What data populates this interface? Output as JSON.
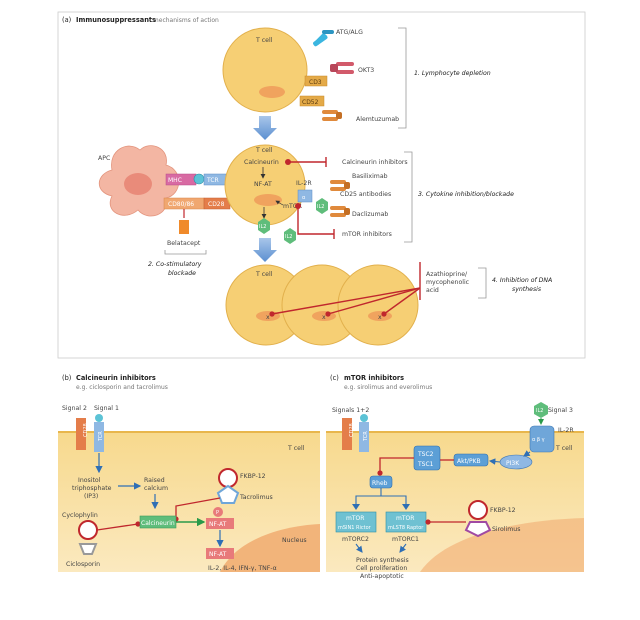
{
  "panel_a": {
    "letter": "(a)",
    "title": "Immunosuppressants",
    "subtitle": "– mechanisms of action",
    "cell_label": "T cell",
    "atg_label": "ATG/ALG",
    "okt3_label": "OKT3",
    "cd3_label": "CD3",
    "cd52_label": "CD52",
    "alemtuzumab_label": "Alemtuzumab",
    "group1_label": "1. Lymphocyte depletion",
    "apc_label": "APC",
    "mhc_label": "MHC",
    "tcr_label": "TCR",
    "cd80_label": "CD80/86",
    "cd28_label": "CD28",
    "calcineurin_label": "Calcineurin",
    "nfat_label": "NF-AT",
    "il2r_label": "IL-2R",
    "alpha_label": "α",
    "mtor_label": "mTOR",
    "il2_label": "IL2",
    "cni_label": "Calcineurin inhibitors",
    "basiliximab_label": "Basiliximab",
    "cd25_label": "CD25 antibodies",
    "daclizumab_label": "Daclizumab",
    "mtor_inhib_label": "mTOR inhibitors",
    "group3_label": "3. Cytokine inhibition/blockade",
    "belatacept_label": "Belatacept",
    "group2_line1": "2. Co-stimulatory",
    "group2_line2": "blockade",
    "aza_line1": "Azathioprine/",
    "aza_line2": "mycophenolic",
    "aza_line3": "acid",
    "group4_line1": "4. Inhibition of DNA",
    "group4_line2": "synthesis",
    "x_mark": "x"
  },
  "panel_b": {
    "letter": "(b)",
    "title": "Calcineurin inhibitors",
    "subtitle": "e.g. ciclosporin and tacrolimus",
    "signal2": "Signal 2",
    "signal1": "Signal 1",
    "cd28": "CD28",
    "tcr": "TCR",
    "tcell": "T cell",
    "ip3_line1": "Inositol",
    "ip3_line2": "triphosphate",
    "ip3_line3": "(IP3)",
    "calcium_line1": "Raised",
    "calcium_line2": "calcium",
    "fkbp": "FKBP-12",
    "tacrolimus": "Tacrolimus",
    "cyclophylin": "Cyclophylin",
    "calcineurin": "Calcineurin",
    "p": "P",
    "nfat": "NF-AT",
    "nfat2": "NF-AT",
    "nucleus": "Nucleus",
    "ciclosporin": "Ciclosporin",
    "cytokines": "IL-2, IL-4, IFN-γ, TNF-α"
  },
  "panel_c": {
    "letter": "(c)",
    "title": "mTOR inhibitors",
    "subtitle": "e.g. sirolimus and everolimus",
    "signals12": "Signals 1+2",
    "signal3": "Signal 3",
    "il2": "IL2",
    "il2r": "IL-2R",
    "tcell": "T cell",
    "cd28": "CD28",
    "tcr": "TCR",
    "tsc2": "TSC2",
    "tsc1": "TSC1",
    "akt": "Akt/PKB",
    "pi3k": "PI3K",
    "rheb": "Rheb",
    "mtor_a": "mTOR",
    "mtor_a_sub": "mSIN1 Rictor",
    "mtor_b": "mTOR",
    "mtor_b_sub": "mLST8 Raptor",
    "mtorc2": "mTORC2",
    "mtorc1": "mTORC1",
    "fkbp": "FKBP-12",
    "sirolimus": "Sirolimus",
    "outcome1": "Protein synthesis",
    "outcome2": "Cell proliferation",
    "outcome3": "Anti-apoptotic",
    "greek": "α β γ"
  },
  "colors": {
    "cell": "#f6cf74",
    "cell_edge": "#e2b04c",
    "nucleus": "#f0a35e",
    "arrow_blue": "#2f6fb5",
    "inhibit_red": "#c0272d",
    "teal": "#6fc1d2",
    "green_drug": "#5fbd7b",
    "cd28_box": "#e47d4a",
    "bracket": "#999999"
  }
}
